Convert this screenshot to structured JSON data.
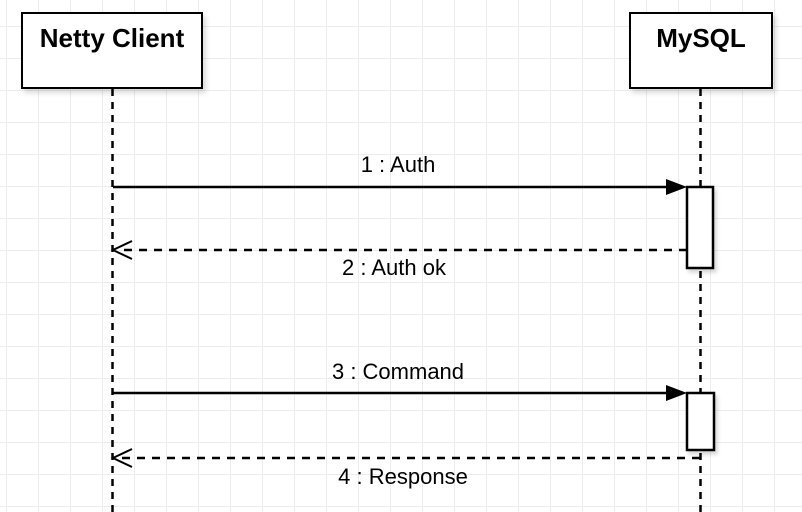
{
  "diagram": {
    "type": "uml-sequence",
    "actors": [
      {
        "name": "Netty Client"
      },
      {
        "name": "MySQL"
      }
    ],
    "messages": [
      {
        "label": "1 : Auth",
        "from": "Netty Client",
        "to": "MySQL",
        "line_style": "solid",
        "arrowhead": "filled-triangle"
      },
      {
        "label": "2 : Auth ok",
        "from": "MySQL",
        "to": "Netty Client",
        "line_style": "dashed",
        "arrowhead": "open"
      },
      {
        "label": "3 : Command",
        "from": "Netty Client",
        "to": "MySQL",
        "line_style": "solid",
        "arrowhead": "filled-triangle"
      },
      {
        "label": "4 : Response",
        "from": "MySQL",
        "to": "Netty Client",
        "line_style": "dashed",
        "arrowhead": "open"
      }
    ],
    "activations_on": "MySQL",
    "colors": {
      "stroke": "#000000",
      "shape_fill": "#ffffff",
      "background": "#ffffff",
      "grid_line": "#ececec"
    }
  }
}
